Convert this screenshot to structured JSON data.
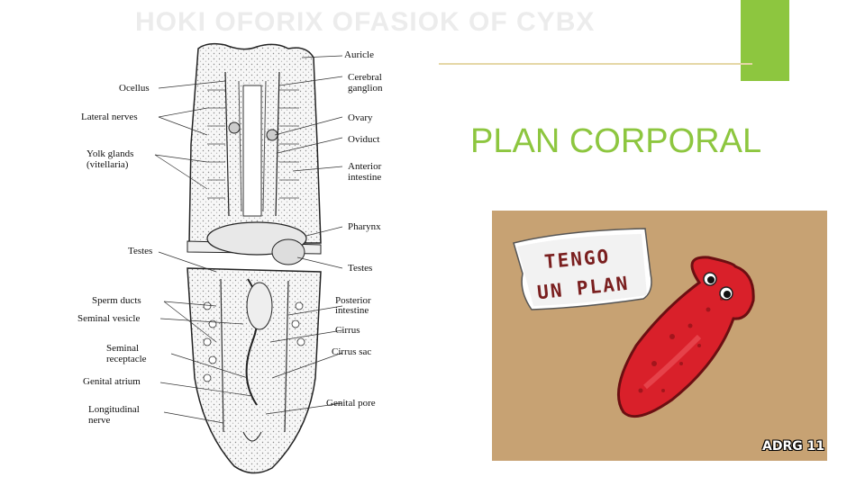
{
  "slide": {
    "ghost_title": "HOKI OFORIX OFASIOK OF CYBX",
    "title": "PLAN CORPORAL"
  },
  "diagram": {
    "labels_right": [
      "Auricle",
      "Cerebral",
      "ganglion",
      "Ovary",
      "Oviduct",
      "Anterior",
      "intestine",
      "Pharynx",
      "Testes",
      "Posterior",
      "intestine",
      "Cirrus",
      "Cirrus sac",
      "Genital pore"
    ],
    "labels_left": [
      "Ocellus",
      "Lateral nerves",
      "Yolk glands",
      "(vitellaria)",
      "Testes",
      "Sperm ducts",
      "Seminal vesicle",
      "Seminal",
      "receptacle",
      "Genital atrium",
      "Longitudinal",
      "nerve"
    ]
  },
  "cartoon": {
    "sign_line1": "TENGO",
    "sign_line2": "UN PLAN",
    "signature": "ADRG 11",
    "background_color": "#c7a273",
    "worm_color": "#d9202a"
  },
  "colors": {
    "accent_green": "#8dc63f",
    "accent_line": "#e5d7a6"
  }
}
